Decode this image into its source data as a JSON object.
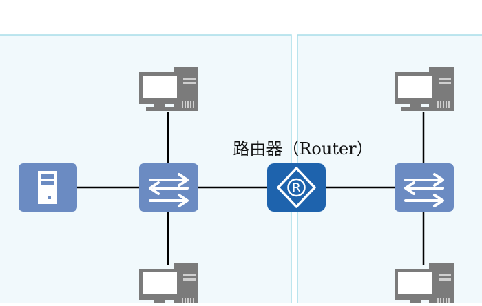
{
  "diagram": {
    "router_label": "路由器（Router）",
    "colors": {
      "zone_fill": "#f1f9fc",
      "zone_border": "#a8dde9",
      "switch": "#6b8bc2",
      "server": "#6b8bc2",
      "router": "#1e63ad",
      "pc_body": "#7b7b7b",
      "link": "#000000"
    },
    "nodes": [
      {
        "id": "server",
        "type": "server"
      },
      {
        "id": "switch-left",
        "type": "switch"
      },
      {
        "id": "router",
        "type": "router",
        "glyph": "R"
      },
      {
        "id": "switch-right",
        "type": "switch"
      },
      {
        "id": "pc-left-top",
        "type": "pc"
      },
      {
        "id": "pc-left-bottom",
        "type": "pc"
      },
      {
        "id": "pc-right-top",
        "type": "pc"
      },
      {
        "id": "pc-right-bottom",
        "type": "pc"
      }
    ],
    "links": [
      [
        "server",
        "switch-left"
      ],
      [
        "switch-left",
        "router"
      ],
      [
        "router",
        "switch-right"
      ],
      [
        "pc-left-top",
        "switch-left"
      ],
      [
        "switch-left",
        "pc-left-bottom"
      ],
      [
        "pc-right-top",
        "switch-right"
      ],
      [
        "switch-right",
        "pc-right-bottom"
      ]
    ]
  }
}
